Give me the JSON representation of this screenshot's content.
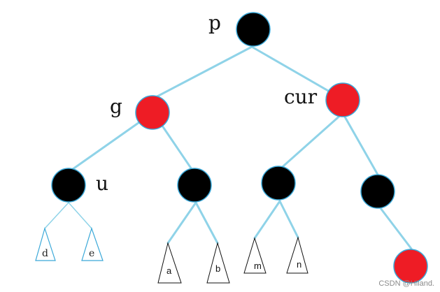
{
  "diagram": {
    "title": "Red-black tree rotation scenario",
    "colors": {
      "red": "#ee1c25",
      "black": "#000000",
      "edge": "#8fd3e8",
      "outline": "#3aa8d8"
    },
    "nodes": [
      {
        "id": "p",
        "label": "p",
        "color": "black"
      },
      {
        "id": "g",
        "label": "g",
        "color": "red"
      },
      {
        "id": "cur",
        "label": "cur",
        "color": "red"
      },
      {
        "id": "u",
        "label": "u",
        "color": "black"
      },
      {
        "id": "g-right",
        "label": "",
        "color": "black"
      },
      {
        "id": "cur-left",
        "label": "",
        "color": "black"
      },
      {
        "id": "cur-right",
        "label": "",
        "color": "black"
      },
      {
        "id": "cur-right-right",
        "label": "",
        "color": "red"
      }
    ],
    "subtrees": [
      {
        "id": "d",
        "label": "d",
        "parent": "u"
      },
      {
        "id": "e",
        "label": "e",
        "parent": "u"
      },
      {
        "id": "a",
        "label": "a",
        "parent": "g-right"
      },
      {
        "id": "b",
        "label": "b",
        "parent": "g-right"
      },
      {
        "id": "m",
        "label": "m",
        "parent": "cur-left"
      },
      {
        "id": "n",
        "label": "n",
        "parent": "cur-left"
      }
    ],
    "edges": [
      [
        "p",
        "g"
      ],
      [
        "p",
        "cur"
      ],
      [
        "g",
        "u"
      ],
      [
        "g",
        "g-right"
      ],
      [
        "cur",
        "cur-left"
      ],
      [
        "cur",
        "cur-right"
      ],
      [
        "cur-right",
        "cur-right-right"
      ]
    ]
  },
  "watermark": "CSDN @Hiland."
}
